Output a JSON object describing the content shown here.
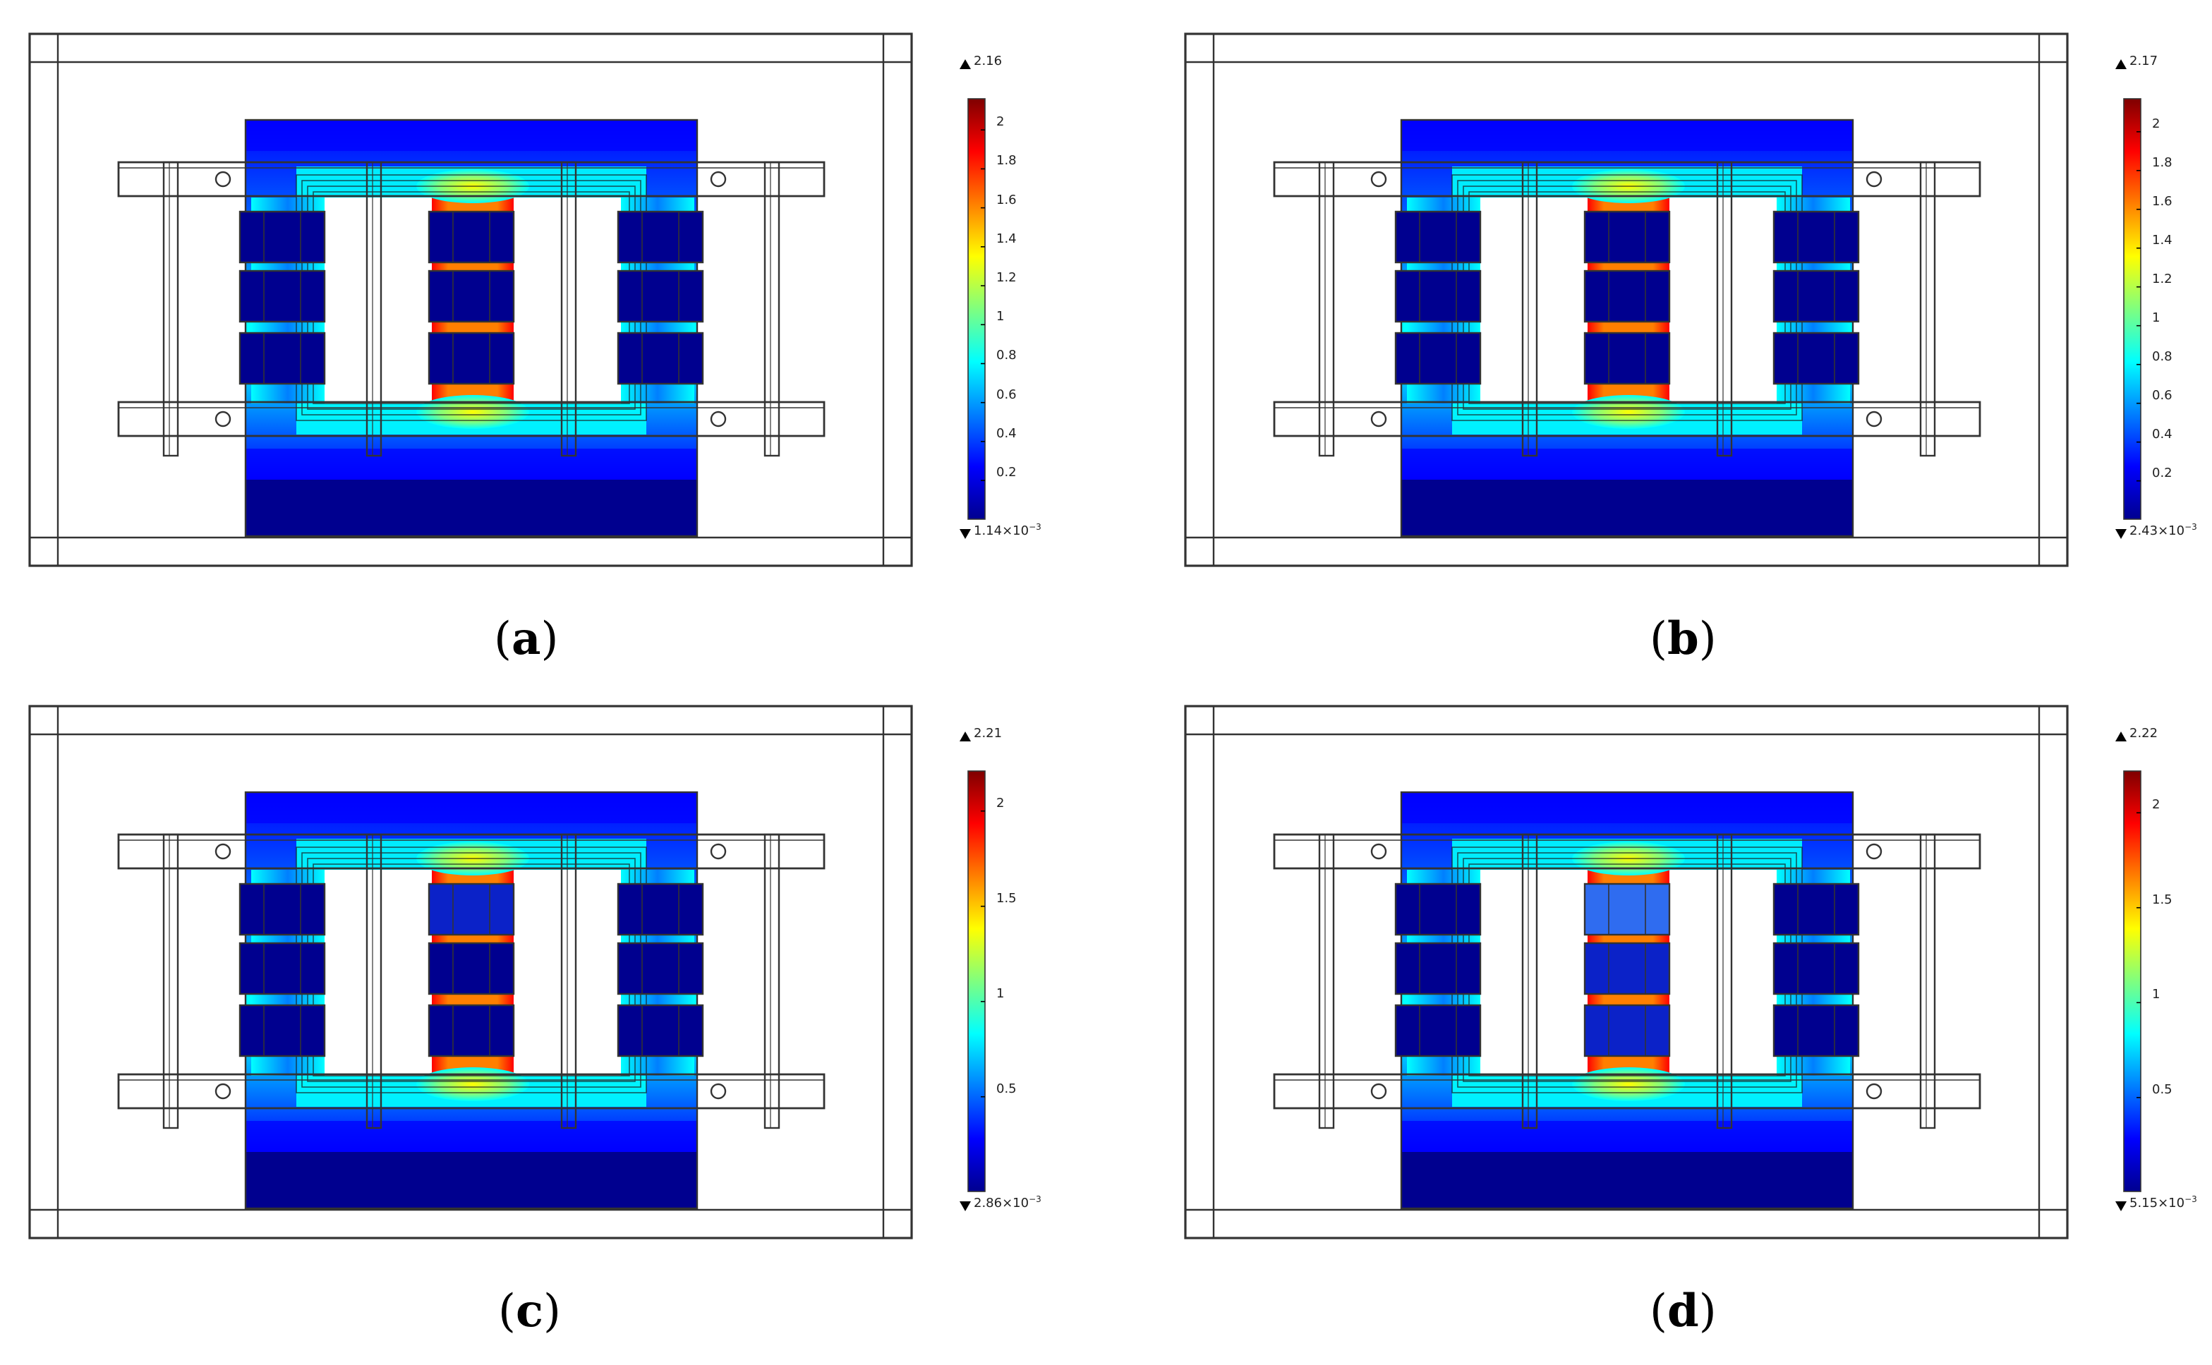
{
  "colors": {
    "outline": "#333333",
    "bg": "#ffffff",
    "jet": [
      "#00008f",
      "#0000ff",
      "#007fff",
      "#00ffff",
      "#7fff7f",
      "#ffff00",
      "#ff7f00",
      "#ff0000",
      "#7f0000"
    ]
  },
  "panels": [
    {
      "id": "a",
      "caption": "a",
      "colorbar": {
        "max_label": "2.16",
        "min_label": "1.14×10",
        "min_exp": "−3",
        "ticks": [
          "2",
          "1.8",
          "1.6",
          "1.4",
          "1.2",
          "1",
          "0.8",
          "0.6",
          "0.4",
          "0.2"
        ],
        "tick_values": [
          2,
          1.8,
          1.6,
          1.4,
          1.2,
          1,
          0.8,
          0.6,
          0.4,
          0.2
        ],
        "max": 2.16,
        "min": 0.00114
      },
      "center_leg_coils": [
        "dark",
        "dark",
        "dark"
      ]
    },
    {
      "id": "b",
      "caption": "b",
      "colorbar": {
        "max_label": "2.17",
        "min_label": "2.43×10",
        "min_exp": "−3",
        "ticks": [
          "2",
          "1.8",
          "1.6",
          "1.4",
          "1.2",
          "1",
          "0.8",
          "0.6",
          "0.4",
          "0.2"
        ],
        "tick_values": [
          2,
          1.8,
          1.6,
          1.4,
          1.2,
          1,
          0.8,
          0.6,
          0.4,
          0.2
        ],
        "max": 2.17,
        "min": 0.00243
      },
      "center_leg_coils": [
        "dark",
        "dark",
        "dark"
      ]
    },
    {
      "id": "c",
      "caption": "c",
      "colorbar": {
        "max_label": "2.21",
        "min_label": "2.86×10",
        "min_exp": "−3",
        "ticks": [
          "2",
          "1.5",
          "1",
          "0.5"
        ],
        "tick_values": [
          2,
          1.5,
          1,
          0.5
        ],
        "max": 2.21,
        "min": 0.00286
      },
      "center_leg_coils": [
        "blue",
        "dark",
        "dark"
      ]
    },
    {
      "id": "d",
      "caption": "d",
      "colorbar": {
        "max_label": "2.22",
        "min_label": "5.15×10",
        "min_exp": "−3",
        "ticks": [
          "2",
          "1.5",
          "1",
          "0.5"
        ],
        "tick_values": [
          2,
          1.5,
          1,
          0.5
        ],
        "max": 2.22,
        "min": 0.00515
      },
      "center_leg_coils": [
        "light",
        "blue",
        "blue"
      ]
    }
  ]
}
